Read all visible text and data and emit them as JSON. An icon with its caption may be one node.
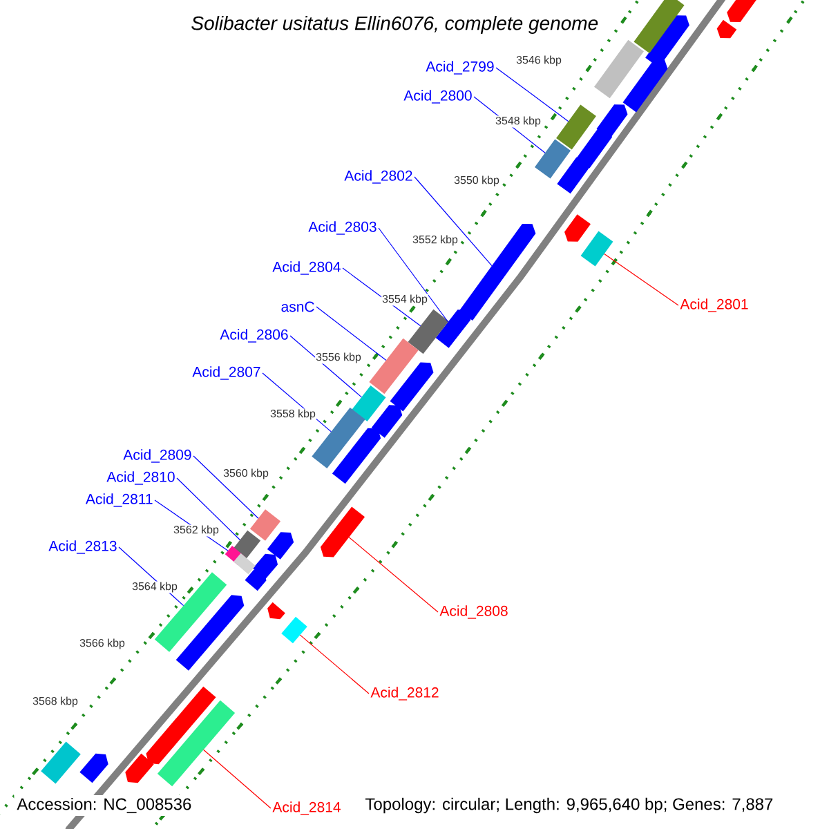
{
  "diagram": {
    "title": "Solibacter usitatus Ellin6076, complete genome",
    "nodes": [
      {
        "text": [
          "Acid_2799"
        ]
      },
      {
        "text": [
          "Acid_2800"
        ]
      },
      {
        "text": [
          "Acid_2802"
        ]
      },
      {
        "text": [
          "Acid_2803"
        ]
      },
      {
        "text": [
          "Acid_2804"
        ]
      },
      {
        "text": [
          "Acid_2801"
        ]
      },
      {
        "text": [
          "asnC"
        ]
      },
      {
        "text": [
          "Acid_2806"
        ]
      },
      {
        "text": [
          "Acid_2807"
        ]
      },
      {
        "text": [
          "Acid_2809"
        ]
      },
      {
        "text": [
          "Acid_2810"
        ]
      },
      {
        "text": [
          "Acid_2811"
        ]
      },
      {
        "text": [
          "Acid_2813"
        ]
      },
      {
        "text": [
          "Acid_2808"
        ]
      },
      {
        "text": [
          "Acid_2812"
        ]
      },
      {
        "text": [
          "Acid_2814"
        ]
      },
      {
        "text": [],
        "shape": "box"
      },
      {
        "text": [],
        "shape": "box"
      },
      {
        "text": [],
        "shape": "box"
      },
      {
        "text": [],
        "shape": "arrow"
      },
      {
        "text": [],
        "shape": "arrow"
      },
      {
        "text": [],
        "shape": "box"
      },
      {
        "text": [],
        "shape": "box"
      },
      {
        "text": [],
        "shape": "box"
      },
      {
        "text": [],
        "shape": "box"
      },
      {
        "text": [],
        "shape": "box"
      },
      {
        "text": [],
        "shape": "arrow"
      },
      {
        "text": [],
        "shape": "box"
      },
      {
        "text": [],
        "shape": "box"
      },
      {
        "text": [],
        "shape": "box"
      },
      {
        "text": [],
        "shape": "box"
      },
      {
        "text": [],
        "shape": "box"
      },
      {
        "text": [],
        "shape": "arrow"
      },
      {
        "text": [],
        "shape": "arrow"
      },
      {
        "text": [],
        "shape": "arrow"
      },
      {
        "text": [],
        "shape": "arrow"
      },
      {
        "text": [],
        "shape": "arrow"
      },
      {
        "text": [],
        "shape": "arrow"
      },
      {
        "text": [],
        "shape": "arrow"
      },
      {
        "text": [],
        "shape": "arrow"
      },
      {
        "text": [],
        "shape": "arrow"
      },
      {
        "text": [],
        "shape": "arrow"
      },
      {
        "text": [],
        "shape": "arrow"
      },
      {
        "text": [],
        "shape": "arrow"
      },
      {
        "text": [],
        "shape": "arrow"
      },
      {
        "text": [],
        "shape": "box"
      },
      {
        "text": [],
        "shape": "box"
      },
      {
        "text": [],
        "shape": "box"
      },
      {
        "text": [],
        "shape": "box"
      },
      {
        "text": [],
        "shape": "arrow"
      },
      {
        "text": [],
        "shape": "arrow"
      },
      {
        "text": [],
        "shape": "arrow"
      },
      {
        "text": [],
        "shape": "arrow"
      },
      {
        "text": [],
        "shape": "arrow"
      },
      {
        "text": [],
        "shape": "arrow"
      }
    ],
    "edges": [
      {
        "from": 0,
        "to": 16,
        "arrow": "none"
      },
      {
        "from": 1,
        "to": 17,
        "arrow": "none"
      },
      {
        "from": 2,
        "to": 19,
        "arrow": "none"
      },
      {
        "from": 3,
        "to": 20,
        "arrow": "none"
      },
      {
        "from": 4,
        "to": 21,
        "arrow": "none"
      },
      {
        "from": 5,
        "to": 18,
        "arrow": "none",
        "color": "#ff0000"
      },
      {
        "from": 6,
        "to": 22,
        "arrow": "none"
      },
      {
        "from": 7,
        "to": 23,
        "arrow": "none"
      },
      {
        "from": 8,
        "to": 24,
        "arrow": "none"
      },
      {
        "from": 9,
        "to": 25,
        "arrow": "none"
      },
      {
        "from": 10,
        "to": 27,
        "arrow": "none"
      },
      {
        "from": 11,
        "to": 28,
        "arrow": "none"
      },
      {
        "from": 12,
        "to": 29,
        "arrow": "none"
      },
      {
        "from": 13,
        "to": 26,
        "arrow": "none",
        "color": "#ff0000"
      },
      {
        "from": 14,
        "to": 30,
        "arrow": "none",
        "color": "#ff0000"
      },
      {
        "from": 15,
        "to": 31,
        "arrow": "none",
        "color": "#ff0000"
      }
    ],
    "labels": [
      "3546 kbp",
      "3548 kbp",
      "3550 kbp",
      "3552 kbp",
      "3554 kbp",
      "3556 kbp",
      "3558 kbp",
      "3560 kbp",
      "3562 kbp",
      "3564 kbp",
      "3566 kbp",
      "3568 kbp",
      "Accession: NC_008536",
      "Topology: circular; Length: 9,965,640 bp; Genes: 7,887"
    ]
  }
}
